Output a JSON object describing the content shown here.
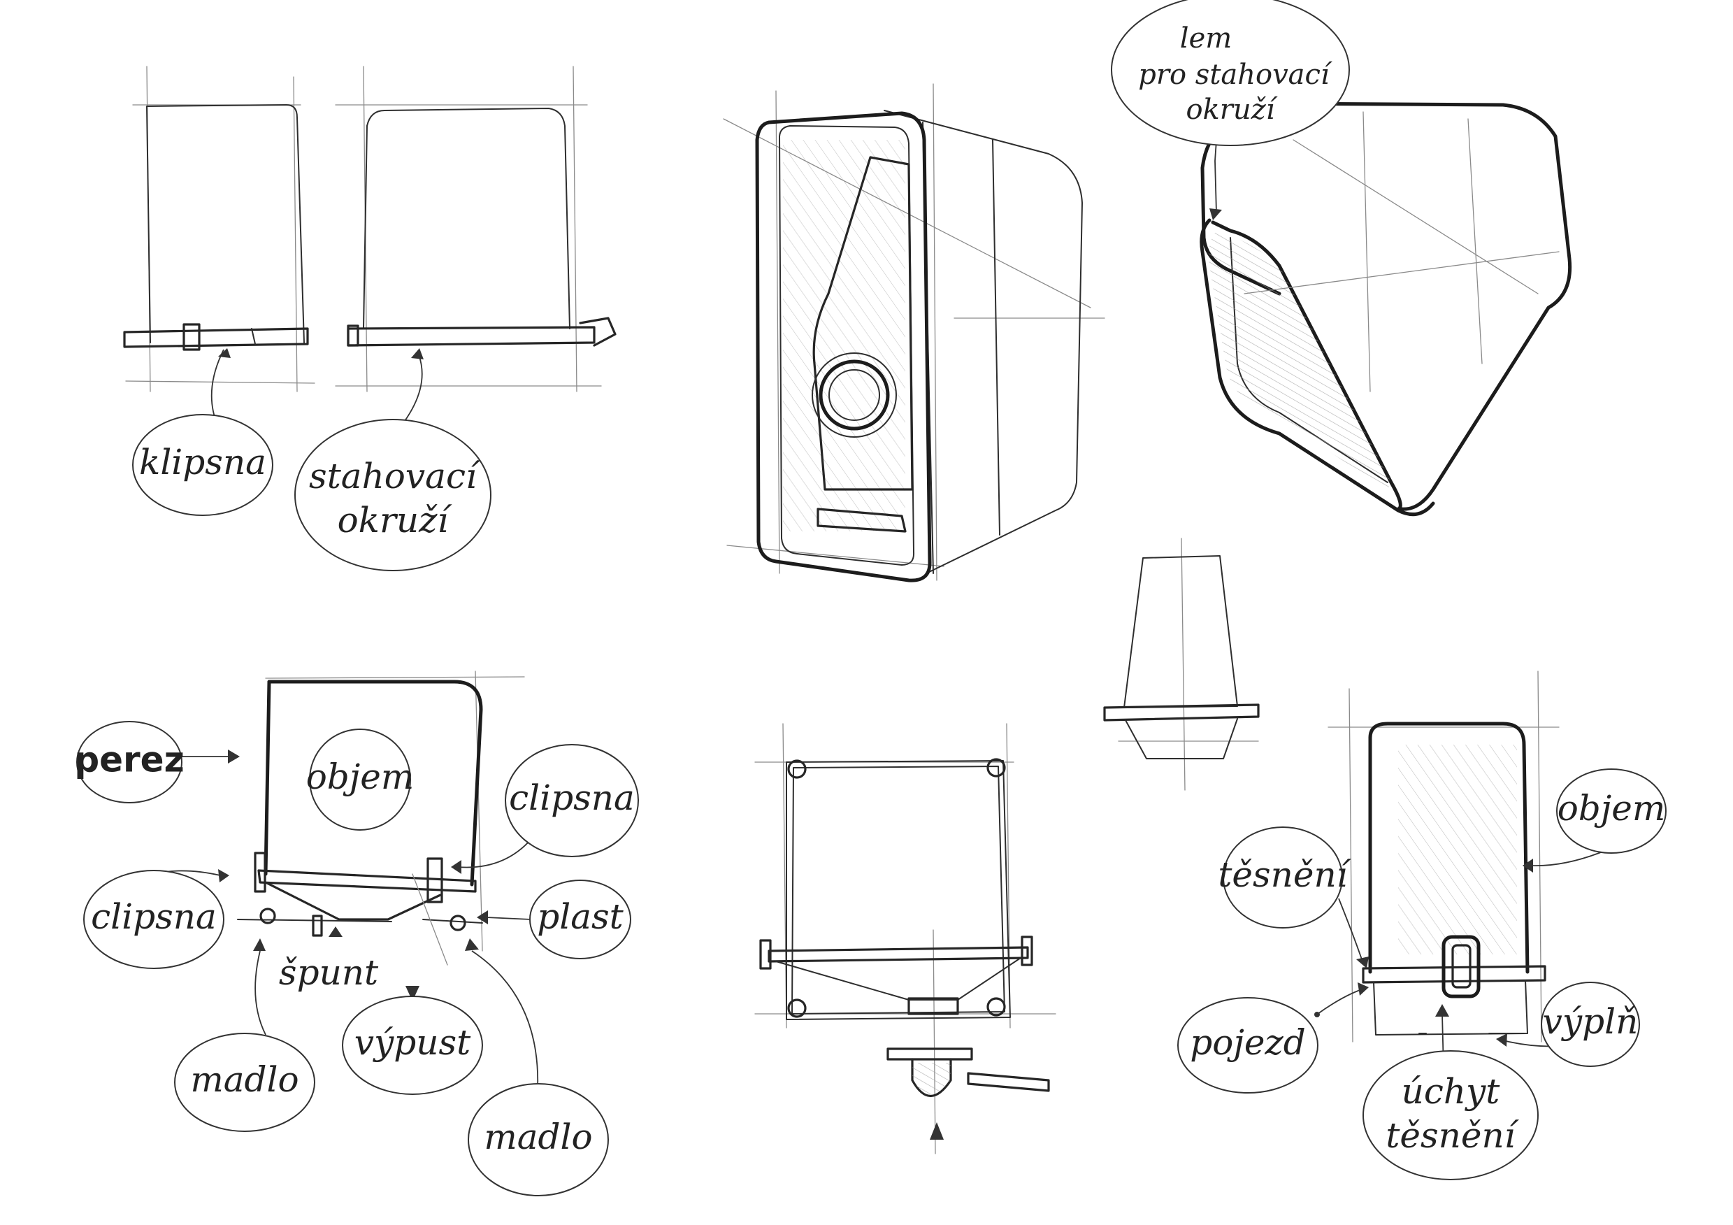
{
  "labels": {
    "klipsna": "klipsna",
    "stahovaci_okruzi_1": "stahovací",
    "stahovaci_okruzi_2": "okruží",
    "lem_1": "lem",
    "lem_2": "pro stahovací",
    "lem_3": "okruží",
    "perez": "perez",
    "objem_left": "objem",
    "clipsna_right": "clipsna",
    "clipsna_left": "clipsna",
    "plast": "plast",
    "spunt": "špunt",
    "vypust": "výpust",
    "madlo_left": "madlo",
    "madlo_right": "madlo",
    "tesneni": "těsnění",
    "objem_right": "objem",
    "pojezd": "pojezd",
    "vypln": "výplň",
    "uchyt_1": "úchyt",
    "uchyt_2": "těsnění"
  },
  "colors": {
    "ink": "#2e2e2e",
    "light_ink": "#8a8a8a",
    "paper": "#ffffff"
  }
}
